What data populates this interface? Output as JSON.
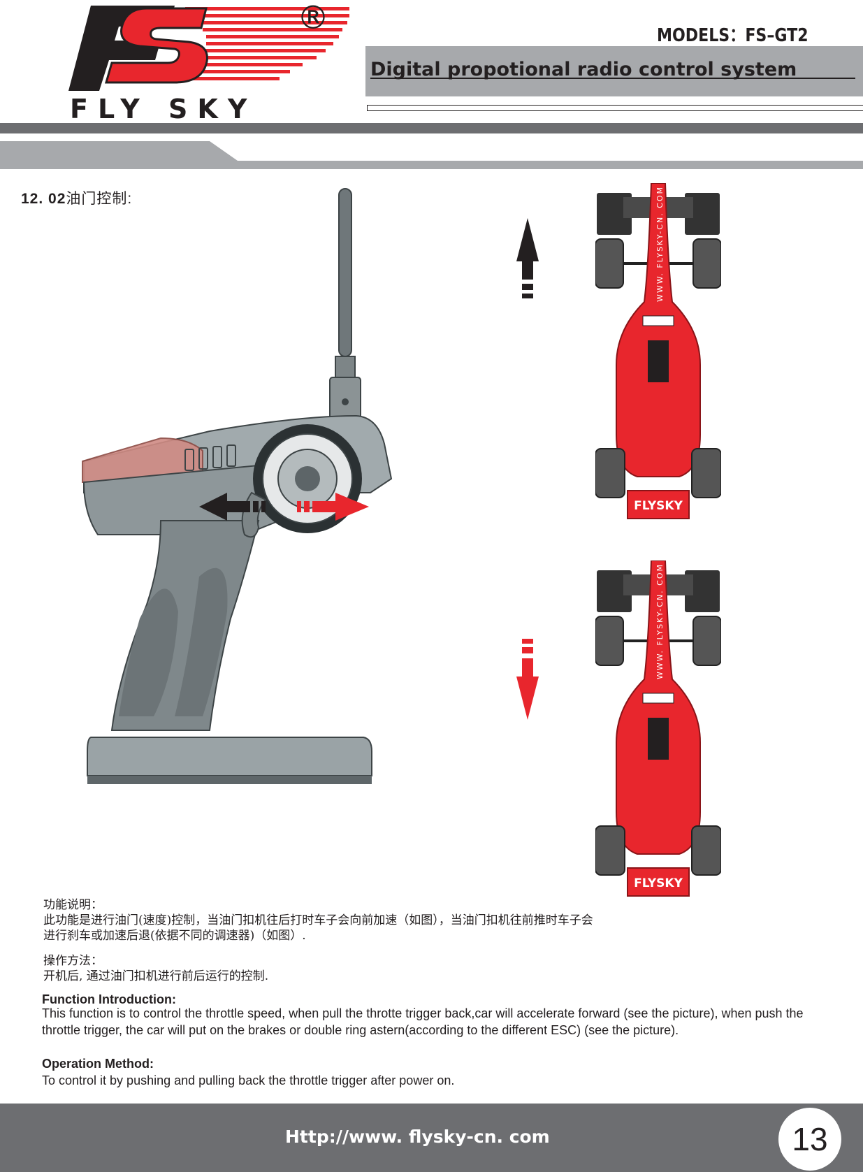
{
  "header": {
    "logo_letters": "FS",
    "brand_name": "FLY SKY",
    "registered_mark": "®",
    "models": "MODELS：FS–GT2",
    "subtitle": "Digital  propotional  radio  control  system"
  },
  "section": {
    "number": "12. 02",
    "title": "油门控制:"
  },
  "illustrations": {
    "car_brand_label": "FLYSKY",
    "car_side_text": "WWW. FLYSKY-CN. COM",
    "arrow_colors": {
      "dark": "#231f20",
      "red": "#e8262d"
    }
  },
  "chinese": {
    "func_heading": "功能说明：",
    "func_line1": "此功能是进行油门(速度)控制，当油门扣机往后打时车子会向前加速（如图），当油门扣机往前推时车子会",
    "func_line2": "进行刹车或加速后退(依据不同的调速器)（如图）.",
    "op_heading": "操作方法：",
    "op_line1": "开机后, 通过油门扣机进行前后运行的控制."
  },
  "english": {
    "func_heading": "Function Introduction:",
    "func_body": "This function is to control the throttle speed, when pull the throtte trigger back,car will accelerate forward (see the picture), when push the throttle trigger, the car will put on the brakes or double ring astern(according to the different ESC) (see  the picture).",
    "op_heading": "Operation Method:",
    "op_body": "To control it by pushing and pulling back the throttle trigger after power on."
  },
  "footer": {
    "url": "Http://www. flysky-cn. com",
    "page_number": "13"
  },
  "colors": {
    "brand_red": "#e8262d",
    "dark": "#231f20",
    "gray_band": "#a7a9ac",
    "footer_gray": "#6d6e71"
  }
}
